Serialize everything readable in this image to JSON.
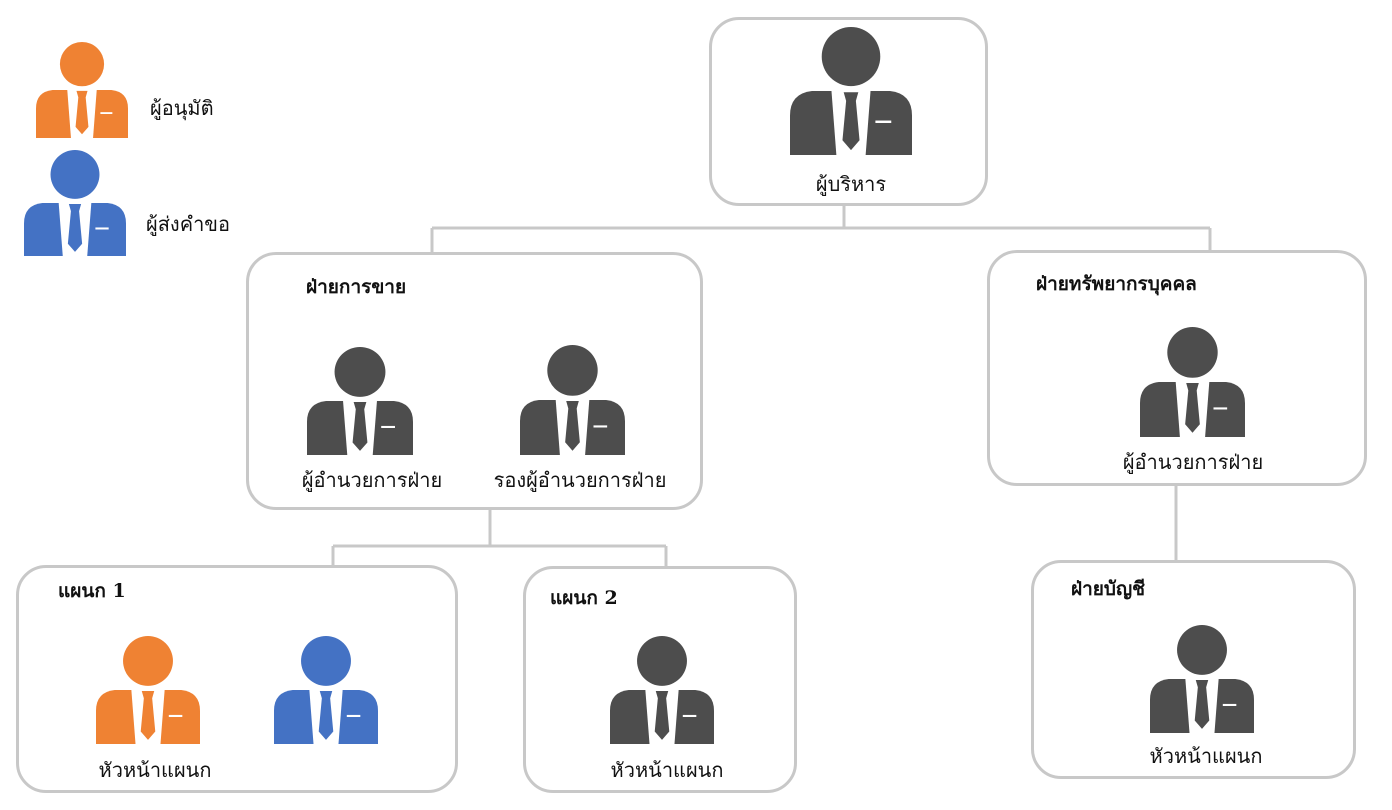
{
  "colors": {
    "default": "#4d4d4d",
    "approver": "#ef8233",
    "requester": "#4472c4",
    "box_border": "#c8c8c8",
    "connector": "#c8c8c8"
  },
  "legend": {
    "approver": {
      "label": "ผู้อนุมัติ",
      "icon": "person-icon"
    },
    "requester": {
      "label": "ผู้ส่งคำขอ",
      "icon": "person-icon"
    }
  },
  "nodes": {
    "executive": {
      "title": "",
      "people": [
        {
          "label": "ผู้บริหาร",
          "role": "default"
        }
      ]
    },
    "sales": {
      "title": "ฝ่ายการขาย",
      "people": [
        {
          "label": "ผู้อำนวยการฝ่าย",
          "role": "default"
        },
        {
          "label": "รองผู้อำนวยการฝ่าย",
          "role": "default"
        }
      ]
    },
    "hr": {
      "title": "ฝ่ายทรัพยากรบุคคล",
      "people": [
        {
          "label": "ผู้อำนวยการฝ่าย",
          "role": "default"
        }
      ]
    },
    "dept1": {
      "title": "แผนก 1",
      "people": [
        {
          "label": "หัวหน้าแผนก",
          "role": "approver"
        },
        {
          "label": "",
          "role": "requester"
        }
      ]
    },
    "dept2": {
      "title": "แผนก 2",
      "people": [
        {
          "label": "หัวหน้าแผนก",
          "role": "default"
        }
      ]
    },
    "accounting": {
      "title": "ฝ่ายบัญชี",
      "people": [
        {
          "label": "หัวหน้าแผนก",
          "role": "default"
        }
      ]
    }
  }
}
